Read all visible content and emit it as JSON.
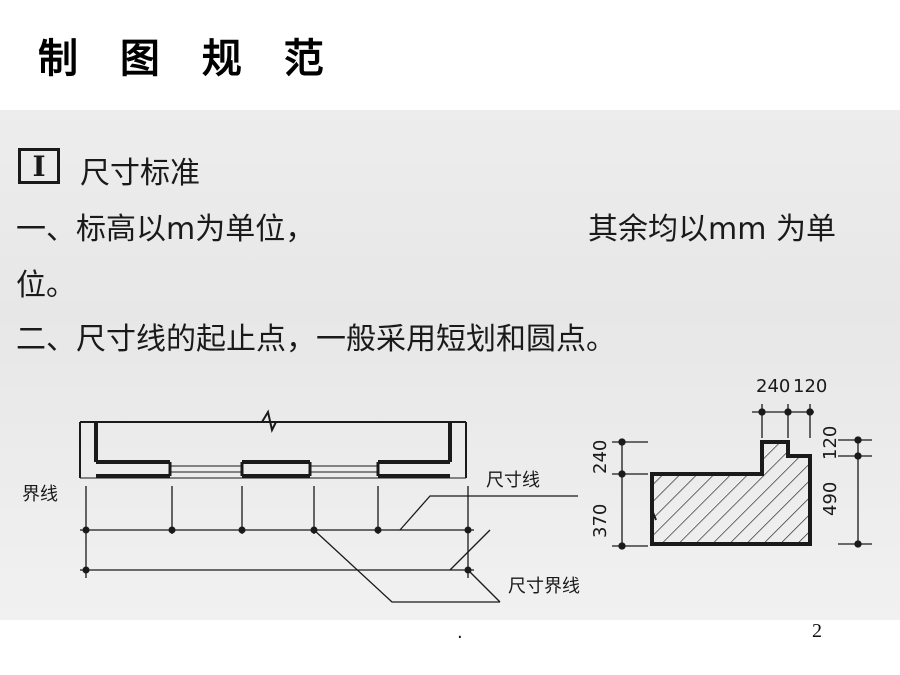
{
  "slide": {
    "title": "制 图 规 范",
    "page_number": "2",
    "footer_mark": "."
  },
  "content": {
    "section_number": "I",
    "section_title": "尺寸标准",
    "line1_a": "一、标高以m为单位，",
    "line1_b": "其余均以mm 为单",
    "line1_c": "位。",
    "line2": "二、尺寸线的起止点，一般采用短划和圆点。"
  },
  "diagram_left": {
    "label_jiexian": "界线",
    "label_chicunxian": "尺寸线",
    "label_chicunjiexian": "尺寸界线"
  },
  "diagram_right": {
    "top_dims": [
      "240",
      "120"
    ],
    "left_dims": [
      "240",
      "370"
    ],
    "right_dims": [
      "120",
      "490"
    ]
  }
}
